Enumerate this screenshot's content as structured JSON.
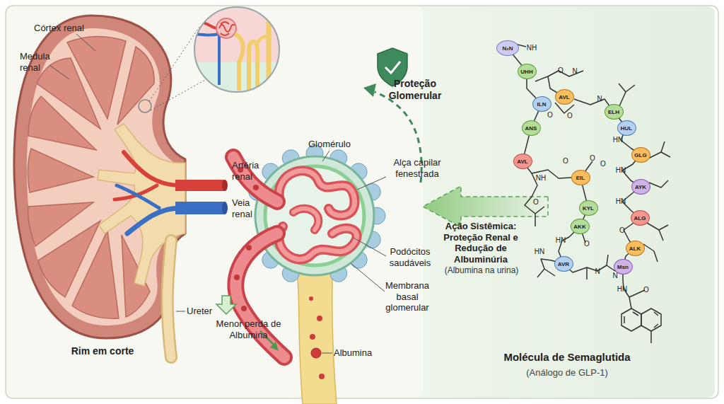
{
  "diagram": {
    "nodes": [
      {
        "text": [
          "Molécula de Semaglutida",
          "(Análogo de GLP-1)"
        ]
      },
      {
        "text": [
          "N₂N"
        ],
        "in": 0
      },
      {
        "text": [
          "UHH"
        ],
        "in": 0
      },
      {
        "text": [
          "AVL"
        ],
        "in": 0
      },
      {
        "text": [
          "ILN"
        ],
        "in": 0
      },
      {
        "text": [
          "ELH"
        ],
        "in": 0
      },
      {
        "text": [
          "HUL"
        ],
        "in": 0
      },
      {
        "text": [
          "ANS"
        ],
        "in": 0
      },
      {
        "text": [
          "GLG"
        ],
        "in": 0
      },
      {
        "text": [
          "AVL"
        ],
        "in": 0
      },
      {
        "text": [
          "EIL"
        ],
        "in": 0
      },
      {
        "text": [
          "AYK"
        ],
        "in": 0
      },
      {
        "text": [
          "KYL"
        ],
        "in": 0
      },
      {
        "text": [
          "ALG"
        ],
        "in": 0
      },
      {
        "text": [
          "AKK"
        ],
        "in": 0
      },
      {
        "text": [
          "ALK"
        ],
        "in": 0
      },
      {
        "text": [
          "AVR"
        ],
        "in": 0
      },
      {
        "text": [
          "Msn"
        ],
        "in": 0
      }
    ],
    "labels": [
      "Córtex renal",
      "Medula renal",
      "Artéria renal",
      "Veia renal",
      "Ureter",
      "Rim em corte",
      "Proteção Glomerular",
      "Glomérulo",
      "Alça capilar fenestrada",
      "Podócitos saudáveis",
      "Membrana basal glomerular",
      "Menor perda de Albumina",
      "Albumina",
      "Ação Sistêmica: Proteção Renal e Redução de Albuminúria",
      "(Albumina na urina)",
      "NH",
      "O",
      "N",
      "O",
      "O",
      "N",
      "HN",
      "O",
      "NH",
      "O",
      "O",
      "HN",
      "HN",
      "O",
      "O",
      "HN",
      "HN",
      "N",
      "N",
      "HN",
      "O",
      "O"
    ]
  }
}
